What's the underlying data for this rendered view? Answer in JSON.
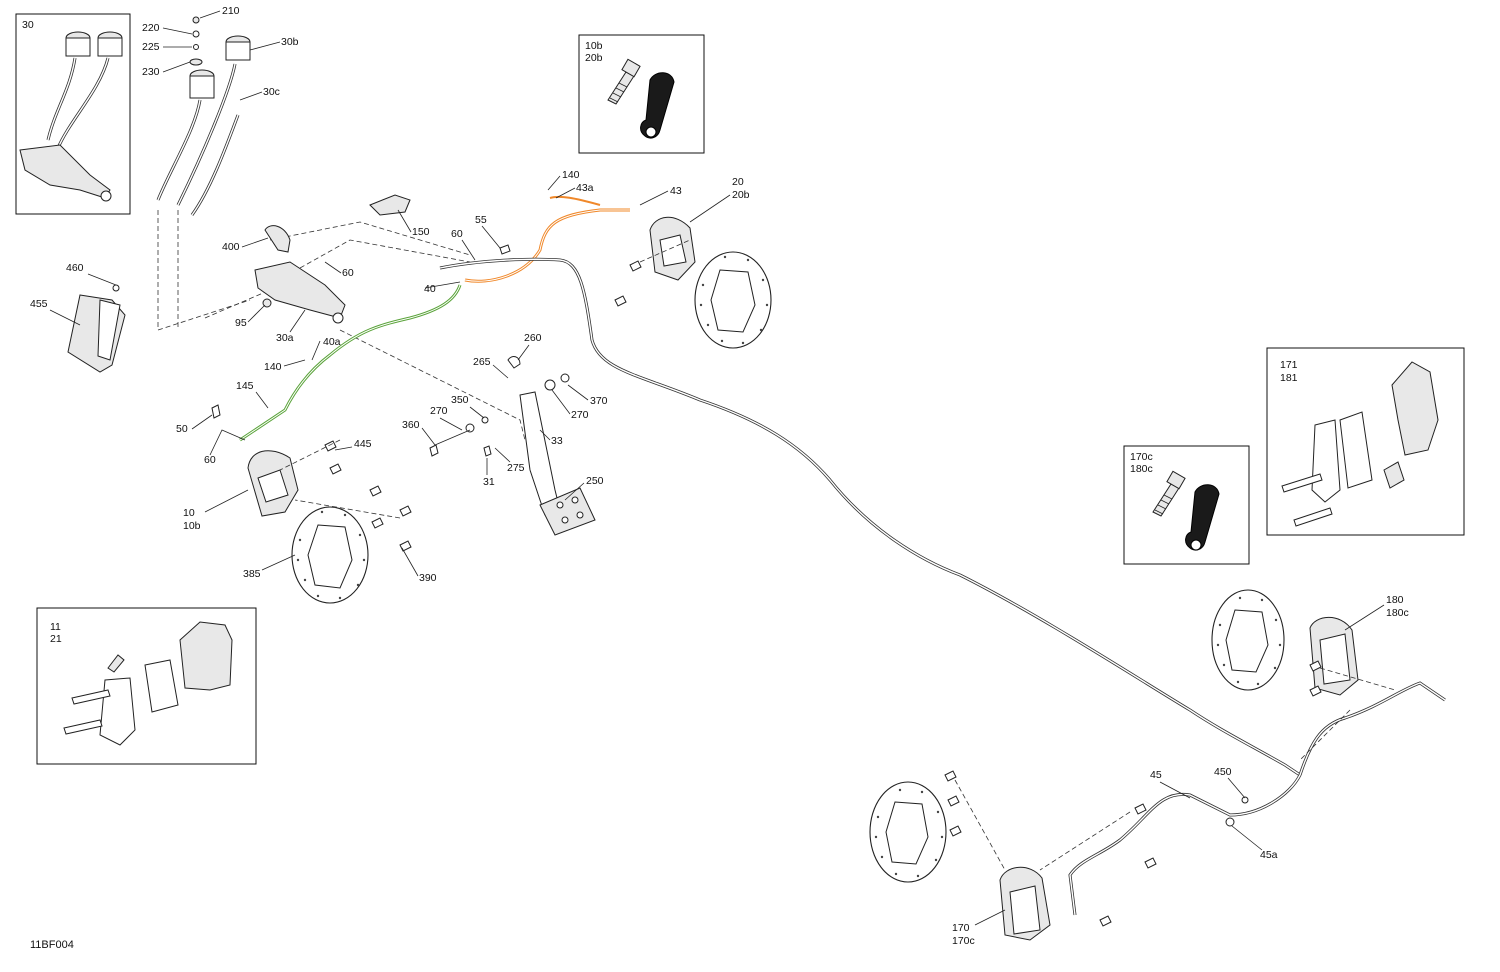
{
  "diagram_code": "11BF004",
  "colors": {
    "front_line_highlight": "#5aa33a",
    "rear_line_highlight": "#f0882a",
    "line_art": "#222222"
  },
  "boxes": {
    "master_cyl_assembly": {
      "lines": [
        "30"
      ]
    },
    "bleeder_front": {
      "lines": [
        "10b",
        "20b"
      ]
    },
    "bleeder_rear": {
      "lines": [
        "170c",
        "180c"
      ]
    },
    "pads_front": {
      "lines": [
        "11",
        "21"
      ]
    },
    "pads_rear": {
      "lines": [
        "171",
        "181"
      ]
    }
  },
  "callouts": [
    "210",
    "220",
    "225",
    "230",
    "30b",
    "30c",
    "150",
    "400",
    "60",
    "55",
    "60",
    "460",
    "455",
    "40",
    "95",
    "30a",
    "40a",
    "140",
    "140",
    "43a",
    "43",
    "20",
    "20b",
    "260",
    "265",
    "370",
    "270",
    "350",
    "270",
    "360",
    "33",
    "31",
    "275",
    "250",
    "145",
    "50",
    "60",
    "445",
    "10",
    "10b",
    "385",
    "390",
    "180",
    "180c",
    "45",
    "450",
    "45a",
    "170",
    "170c"
  ]
}
